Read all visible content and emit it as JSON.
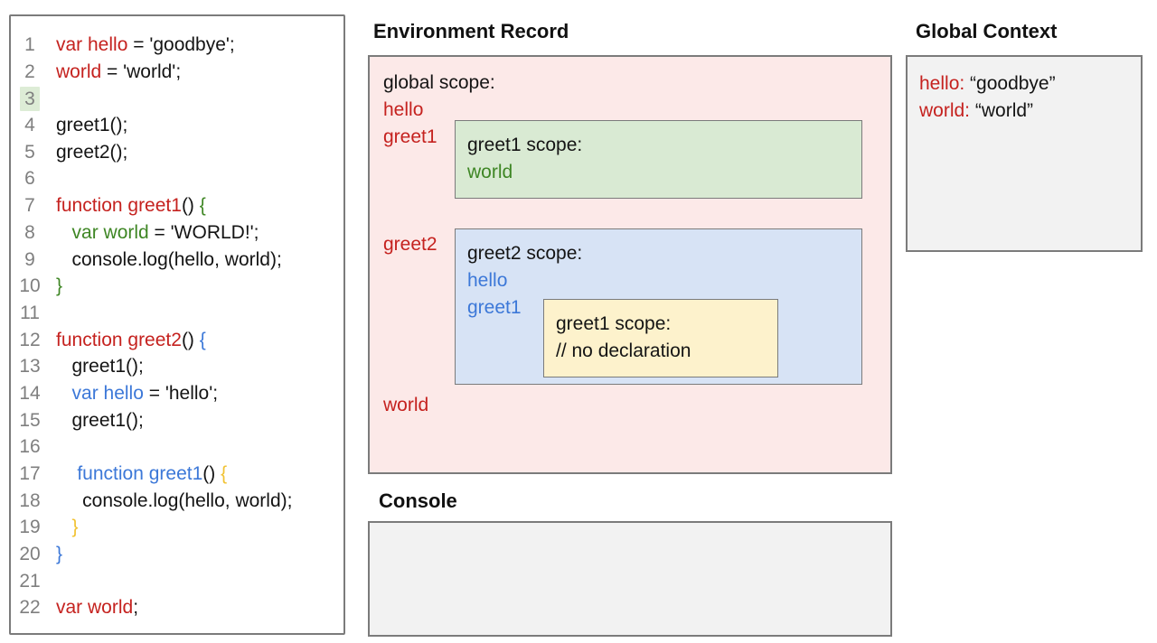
{
  "palette": {
    "panel_border": "#7b7b7b",
    "code_red": "#c5221f",
    "code_green": "#3e8624",
    "code_blue": "#3c78d8",
    "code_yellow": "#f1c232",
    "line_number_gray": "#7f7f7f",
    "line3_highlight": "#ddecd6",
    "env_record_bg": "#fce9e8",
    "greet1_scope_bg": "#d9ead3",
    "greet2_scope_bg": "#d7e3f5",
    "inner_greet1_scope_bg": "#fdf2cc",
    "global_context_bg": "#f2f2f2",
    "console_bg": "#f2f2f2"
  },
  "code": {
    "lines": [
      {
        "n": "1",
        "hl": false,
        "segs": [
          {
            "c": "red",
            "t": "var hello"
          },
          {
            "c": "black",
            "t": " = 'goodbye';"
          }
        ]
      },
      {
        "n": "2",
        "hl": false,
        "segs": [
          {
            "c": "red",
            "t": "world"
          },
          {
            "c": "black",
            "t": " = 'world';"
          }
        ]
      },
      {
        "n": "3",
        "hl": true,
        "segs": []
      },
      {
        "n": "4",
        "hl": false,
        "segs": [
          {
            "c": "black",
            "t": "greet1();"
          }
        ]
      },
      {
        "n": "5",
        "hl": false,
        "segs": [
          {
            "c": "black",
            "t": "greet2();"
          }
        ]
      },
      {
        "n": "6",
        "hl": false,
        "segs": []
      },
      {
        "n": "7",
        "hl": false,
        "segs": [
          {
            "c": "red",
            "t": "function greet1"
          },
          {
            "c": "black",
            "t": "() "
          },
          {
            "c": "green",
            "t": "{"
          }
        ]
      },
      {
        "n": "8",
        "hl": false,
        "segs": [
          {
            "c": "black",
            "t": "   "
          },
          {
            "c": "green",
            "t": "var world"
          },
          {
            "c": "black",
            "t": " = 'WORLD!';"
          }
        ]
      },
      {
        "n": "9",
        "hl": false,
        "segs": [
          {
            "c": "black",
            "t": "   console.log(hello, world);"
          }
        ]
      },
      {
        "n": "10",
        "hl": false,
        "segs": [
          {
            "c": "green",
            "t": "}"
          }
        ]
      },
      {
        "n": "11",
        "hl": false,
        "segs": []
      },
      {
        "n": "12",
        "hl": false,
        "segs": [
          {
            "c": "red",
            "t": "function greet2"
          },
          {
            "c": "black",
            "t": "() "
          },
          {
            "c": "blue",
            "t": "{"
          }
        ]
      },
      {
        "n": "13",
        "hl": false,
        "segs": [
          {
            "c": "black",
            "t": "   greet1();"
          }
        ]
      },
      {
        "n": "14",
        "hl": false,
        "segs": [
          {
            "c": "black",
            "t": "   "
          },
          {
            "c": "blue",
            "t": "var hello"
          },
          {
            "c": "black",
            "t": " = 'hello';"
          }
        ]
      },
      {
        "n": "15",
        "hl": false,
        "segs": [
          {
            "c": "black",
            "t": "   greet1();"
          }
        ]
      },
      {
        "n": "16",
        "hl": false,
        "segs": []
      },
      {
        "n": "17",
        "hl": false,
        "segs": [
          {
            "c": "black",
            "t": "    "
          },
          {
            "c": "blue",
            "t": "function greet1"
          },
          {
            "c": "black",
            "t": "() "
          },
          {
            "c": "yellow",
            "t": "{"
          }
        ]
      },
      {
        "n": "18",
        "hl": false,
        "segs": [
          {
            "c": "black",
            "t": "     console.log(hello, world);"
          }
        ]
      },
      {
        "n": "19",
        "hl": false,
        "segs": [
          {
            "c": "black",
            "t": "   "
          },
          {
            "c": "yellow",
            "t": "}"
          }
        ]
      },
      {
        "n": "20",
        "hl": false,
        "segs": [
          {
            "c": "blue",
            "t": "}"
          }
        ]
      },
      {
        "n": "21",
        "hl": false,
        "segs": []
      },
      {
        "n": "22",
        "hl": false,
        "segs": [
          {
            "c": "red",
            "t": "var world"
          },
          {
            "c": "black",
            "t": ";"
          }
        ]
      }
    ]
  },
  "er": {
    "title": "Environment Record",
    "global_label": "global scope:",
    "vars": {
      "hello": "hello",
      "greet1": "greet1",
      "greet2": "greet2",
      "world": "world"
    },
    "greet1_scope": {
      "title": "greet1 scope:",
      "var1": "world"
    },
    "greet2_scope": {
      "title": "greet2 scope:",
      "var1": "hello",
      "var2": "greet1",
      "inner": {
        "title": "greet1 scope:",
        "comment": "// no declaration"
      }
    }
  },
  "gc": {
    "title": "Global Context",
    "entries": [
      {
        "name": "hello:",
        "value": " “goodbye”"
      },
      {
        "name": "world:",
        "value": " “world”"
      }
    ]
  },
  "console_panel": {
    "title": "Console",
    "content": ""
  }
}
